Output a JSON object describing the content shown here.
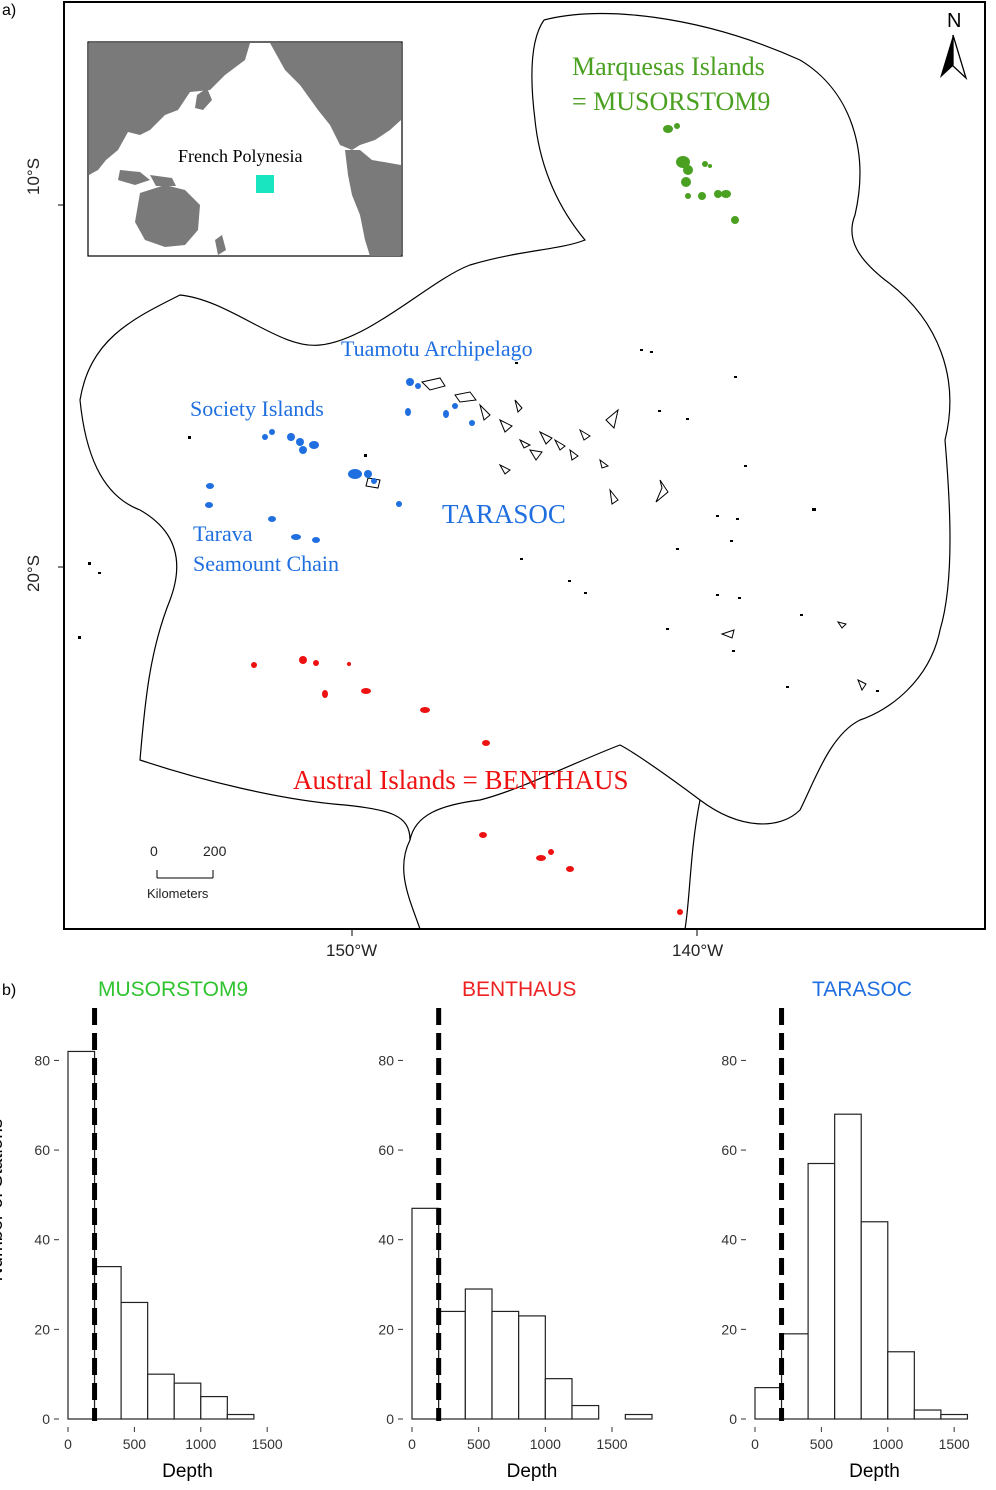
{
  "panel_a_label": "a)",
  "panel_b_label": "b)",
  "map": {
    "lat_ticks": [
      "10°S",
      "20°S"
    ],
    "lon_ticks": [
      "150°W",
      "140°W"
    ],
    "north_label": "N",
    "inset_label": "French Polynesia",
    "scale_bar": {
      "zero": "0",
      "max": "200",
      "unit": "Kilometers"
    },
    "labels": {
      "marquesas_line1": "Marquesas Islands",
      "marquesas_line2": "= MUSORSTOM9",
      "tuamotu": "Tuamotu Archipelago",
      "society": "Society Islands",
      "tarava_line1": "Tarava",
      "tarava_line2": "Seamount Chain",
      "tarasoc": "TARASOC",
      "austral": "Austral Islands = BENTHAUS"
    },
    "colors": {
      "musorstom9": "#4aa021",
      "tarasoc": "#1f6fe0",
      "benthaus": "#ee1111",
      "inset_marker": "#19e6c1",
      "land": "#7a7a7a"
    }
  },
  "chart_data": [
    {
      "type": "bar",
      "title": "MUSORSTOM9",
      "title_color": "#2fc42f",
      "xlabel": "Depth",
      "ylabel": "Number of Stations",
      "bin_edges": [
        0,
        200,
        400,
        600,
        800,
        1000,
        1200,
        1400,
        1600,
        1800
      ],
      "values": [
        82,
        34,
        26,
        10,
        8,
        5,
        1,
        0,
        0
      ],
      "xlim": [
        0,
        1800
      ],
      "ylim": [
        0,
        85
      ],
      "x_ticks": [
        "0",
        "500",
        "1000",
        "1500"
      ],
      "y_ticks": [
        "0",
        "20",
        "40",
        "60",
        "80"
      ],
      "reference_line_x": 200
    },
    {
      "type": "bar",
      "title": "BENTHAUS",
      "title_color": "#ee2222",
      "xlabel": "Depth",
      "ylabel": "",
      "bin_edges": [
        0,
        200,
        400,
        600,
        800,
        1000,
        1200,
        1400,
        1600,
        1800
      ],
      "values": [
        47,
        24,
        29,
        24,
        23,
        9,
        3,
        0,
        1
      ],
      "xlim": [
        0,
        1800
      ],
      "ylim": [
        0,
        85
      ],
      "x_ticks": [
        "0",
        "500",
        "1000",
        "1500"
      ],
      "y_ticks": [
        "0",
        "20",
        "40",
        "60",
        "80"
      ],
      "reference_line_x": 200
    },
    {
      "type": "bar",
      "title": "TARASOC",
      "title_color": "#1f6fe0",
      "xlabel": "Depth",
      "ylabel": "",
      "bin_edges": [
        0,
        200,
        400,
        600,
        800,
        1000,
        1200,
        1400,
        1600
      ],
      "values": [
        7,
        19,
        57,
        68,
        44,
        15,
        2,
        1
      ],
      "xlim": [
        0,
        1800
      ],
      "ylim": [
        0,
        85
      ],
      "x_ticks": [
        "0",
        "500",
        "1000",
        "1500"
      ],
      "y_ticks": [
        "0",
        "20",
        "40",
        "60",
        "80"
      ],
      "reference_line_x": 200
    }
  ]
}
